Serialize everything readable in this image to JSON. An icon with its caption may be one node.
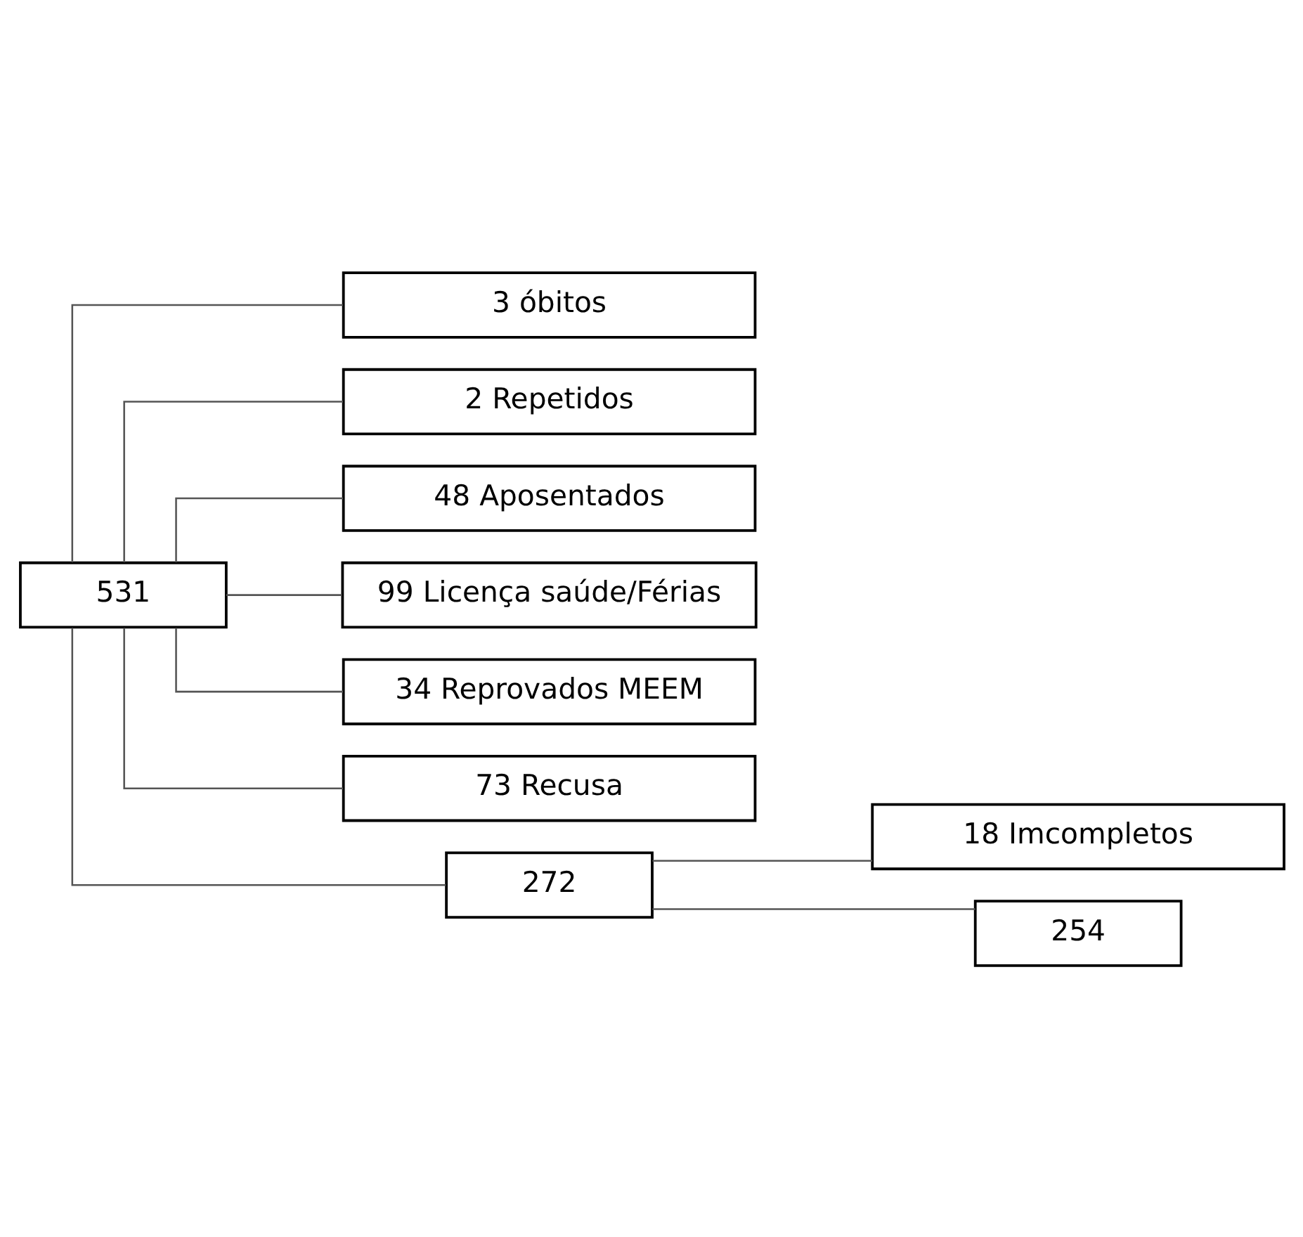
{
  "diagram": {
    "nodes": [
      {
        "text": [
          "531"
        ]
      },
      {
        "text": [
          "3 óbitos"
        ]
      },
      {
        "text": [
          "2 Repetidos"
        ]
      },
      {
        "text": [
          "48 Aposentados"
        ]
      },
      {
        "text": [
          "99 Licença saúde/Férias"
        ]
      },
      {
        "text": [
          "34 Reprovados MEEM"
        ]
      },
      {
        "text": [
          "73 Recusa"
        ]
      },
      {
        "text": [
          "272"
        ]
      },
      {
        "text": [
          "18 Imcompletos"
        ]
      },
      {
        "text": [
          "254"
        ]
      }
    ],
    "edges": [
      {
        "from": 0,
        "to": 1,
        "arrow": "none"
      },
      {
        "from": 0,
        "to": 2,
        "arrow": "none"
      },
      {
        "from": 0,
        "to": 3,
        "arrow": "none"
      },
      {
        "from": 0,
        "to": 4,
        "arrow": "none"
      },
      {
        "from": 0,
        "to": 5,
        "arrow": "none"
      },
      {
        "from": 0,
        "to": 6,
        "arrow": "none"
      },
      {
        "from": 0,
        "to": 7,
        "arrow": "none"
      },
      {
        "from": 7,
        "to": 8,
        "arrow": "none"
      },
      {
        "from": 7,
        "to": 9,
        "arrow": "none"
      }
    ]
  }
}
